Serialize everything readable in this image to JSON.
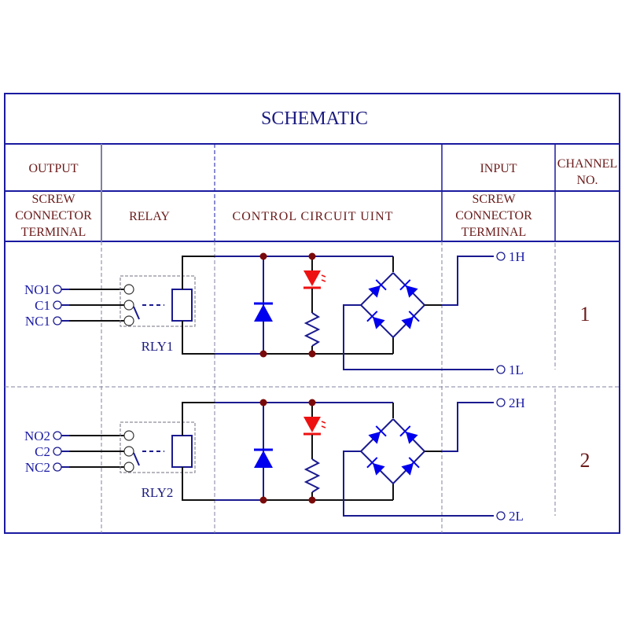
{
  "title": "SCHEMATIC",
  "colors": {
    "border": "#1a1aa0",
    "dashed": "#8080a0",
    "header_text": "#6b1a1a",
    "wire_black": "#111111",
    "wire_blue": "#1a1a90",
    "diode_blue": "#0000ee",
    "led_red": "#ee1111",
    "junction": "#7a0a0a",
    "terminal_text": "#1a1aa8"
  },
  "header_row": {
    "output": "OUTPUT",
    "input": "INPUT",
    "channel_no_line1": "CHANNEL",
    "channel_no_line2": "NO."
  },
  "subheader_row": {
    "output_terminal": [
      "SCREW",
      "CONNECTOR",
      "TERMINAL"
    ],
    "relay": "RELAY",
    "control": "CONTROL CIRCUIT UINT",
    "input_terminal": [
      "SCREW",
      "CONNECTOR",
      "TERMINAL"
    ]
  },
  "channels": [
    {
      "number": "1",
      "relay_label": "RLY1",
      "outputs": [
        "NO1",
        "C1",
        "NC1"
      ],
      "inputs": [
        "1H",
        "1L"
      ]
    },
    {
      "number": "2",
      "relay_label": "RLY2",
      "outputs": [
        "NO2",
        "C2",
        "NC2"
      ],
      "inputs": [
        "2H",
        "2L"
      ]
    }
  ]
}
